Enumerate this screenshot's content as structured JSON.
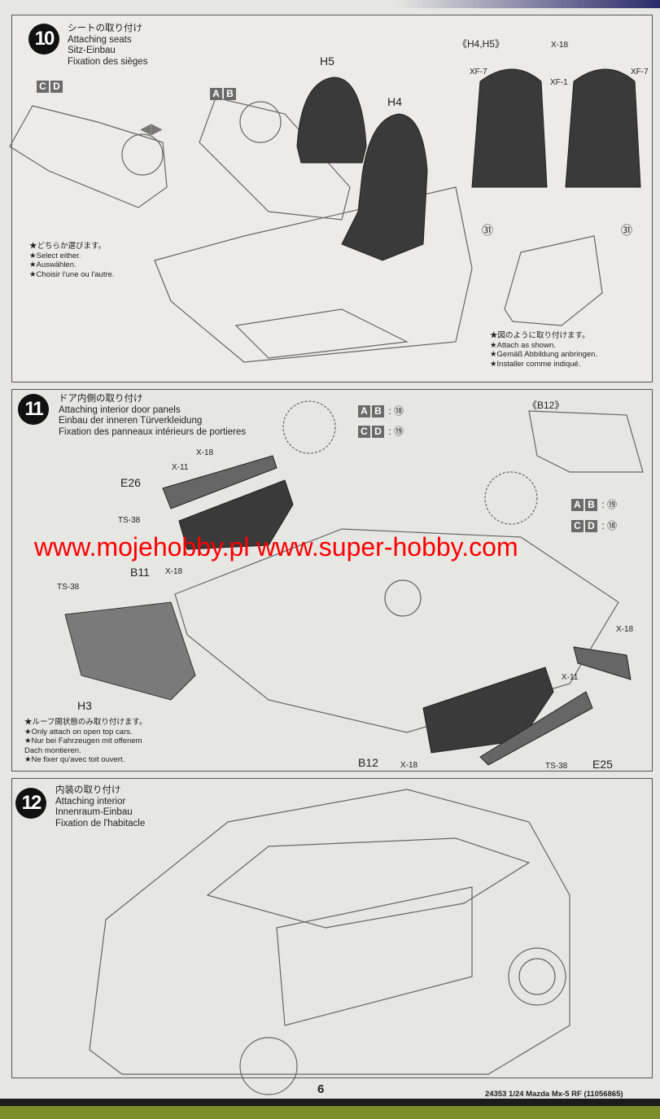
{
  "step10": {
    "number": "10",
    "title_jp": "シートの取り付け",
    "title_en": "Attaching seats",
    "title_de": "Sitz-Einbau",
    "title_fr": "Fixation des sièges",
    "option_cd": [
      "C",
      "D"
    ],
    "option_ab": [
      "A",
      "B"
    ],
    "parts": {
      "h5": "H5",
      "h4": "H4"
    },
    "select_notes": [
      "★どちらか選びます。",
      "★Select either.",
      "★Auswählen.",
      "★Choisir l'une ou l'autre."
    ],
    "detail_title": "《H4,H5》",
    "paint": {
      "x18": "X-18",
      "xf7_left": "XF-7",
      "xf1": "XF-1",
      "xf7_right": "XF-7"
    },
    "decal": "㉛",
    "attach_notes": [
      "★図のように取り付けます。",
      "★Attach as shown.",
      "★Gemäß Abbildung anbringen.",
      "★Installer comme indiqué."
    ]
  },
  "step11": {
    "number": "11",
    "title_jp": "ドア内側の取り付け",
    "title_en": "Attaching interior door panels",
    "title_de": "Einbau der inneren Türverkleidung",
    "title_fr": "Fixation des panneaux intérieurs de portieres",
    "decal_left": [
      {
        "opts": [
          "A",
          "B"
        ],
        "decal": ": ⑱"
      },
      {
        "opts": [
          "C",
          "D"
        ],
        "decal": ": ⑲"
      }
    ],
    "detail_title": "《B12》",
    "decal_right": [
      {
        "opts": [
          "A",
          "B"
        ],
        "decal": ": ⑲"
      },
      {
        "opts": [
          "C",
          "D"
        ],
        "decal": ": ⑱"
      }
    ],
    "labels": {
      "x18_a": "X-18",
      "x11_a": "X-11",
      "e26": "E26",
      "ts38_a": "TS-38",
      "b11": "B11",
      "x18_b": "X-18",
      "ts38_b": "TS-38",
      "h3": "H3",
      "x18_c": "X-18",
      "x11_b": "X-11",
      "b12": "B12",
      "x18_d": "X-18",
      "ts38_c": "TS-38",
      "e25": "E25"
    },
    "notes": [
      "★ルーフ開状態のみ取り付けます。",
      "★Only attach on open top cars.",
      "★Nur bei Fahrzeugen mit offenem",
      "Dach montieren.",
      "★Ne fixer qu'avec toit ouvert."
    ]
  },
  "watermark": "www.mojehobby.pl www.super-hobby.com",
  "step12": {
    "number": "12",
    "title_jp": "内装の取り付け",
    "title_en": "Attaching interior",
    "title_de": "Innenraum-Einbau",
    "title_fr": "Fixation de l'habitacle"
  },
  "footer": {
    "page": "6",
    "product": "24353  1/24 Mazda Mx-5 RF (11056865)"
  }
}
